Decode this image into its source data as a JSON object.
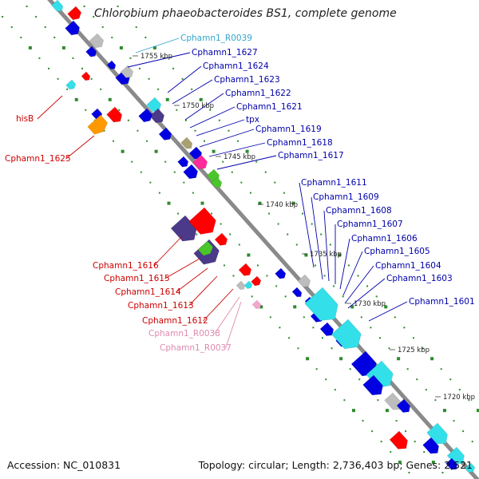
{
  "header": {
    "title": "Chlorobium phaeobacteroides BS1, complete genome"
  },
  "footer": {
    "accession": "Accession: NC_010831",
    "summary": "Topology: circular; Length: 2,736,403 bp; Genes: 2,521"
  },
  "colors": {
    "rna_label": "#33a6cc",
    "gene_label": "#0000aa",
    "left_label": "#cc0000",
    "pseudo_label": "#e08ab0",
    "backbone": "#888888",
    "tick": "#2e8b2e",
    "blue": "#0000e0",
    "cyan": "#33dfe8",
    "red": "#ff0000",
    "purple": "#4b3a8a",
    "gray": "#bdbdbd",
    "green": "#4ac52a",
    "magenta": "#ff2a9a",
    "orange": "#ff9900",
    "olive": "#a8a070"
  },
  "kbp_marks": [
    {
      "label": "1755 kbp"
    },
    {
      "label": "1750 kbp"
    },
    {
      "label": "1745 kbp"
    },
    {
      "label": "1740 kbp"
    },
    {
      "label": "1735 kbp"
    },
    {
      "label": "1730 kbp"
    },
    {
      "label": "1725 kbp"
    },
    {
      "label": "1720 kbp"
    }
  ],
  "right_labels": [
    {
      "text": "Cphamn1_R0039",
      "kind": "rna"
    },
    {
      "text": "Cphamn1_1627",
      "kind": "gene"
    },
    {
      "text": "Cphamn1_1624",
      "kind": "gene"
    },
    {
      "text": "Cphamn1_1623",
      "kind": "gene"
    },
    {
      "text": "Cphamn1_1622",
      "kind": "gene"
    },
    {
      "text": "Cphamn1_1621",
      "kind": "gene"
    },
    {
      "text": "tpx",
      "kind": "gene"
    },
    {
      "text": "Cphamn1_1619",
      "kind": "gene"
    },
    {
      "text": "Cphamn1_1618",
      "kind": "gene"
    },
    {
      "text": "Cphamn1_1617",
      "kind": "gene"
    },
    {
      "text": "Cphamn1_1611",
      "kind": "gene"
    },
    {
      "text": "Cphamn1_1609",
      "kind": "gene"
    },
    {
      "text": "Cphamn1_1608",
      "kind": "gene"
    },
    {
      "text": "Cphamn1_1607",
      "kind": "gene"
    },
    {
      "text": "Cphamn1_1606",
      "kind": "gene"
    },
    {
      "text": "Cphamn1_1605",
      "kind": "gene"
    },
    {
      "text": "Cphamn1_1604",
      "kind": "gene"
    },
    {
      "text": "Cphamn1_1603",
      "kind": "gene"
    },
    {
      "text": "Cphamn1_1601",
      "kind": "gene"
    }
  ],
  "left_labels": [
    {
      "text": "hisB",
      "kind": "left"
    },
    {
      "text": "Cphamn1_1625",
      "kind": "left"
    },
    {
      "text": "Cphamn1_1616",
      "kind": "left"
    },
    {
      "text": "Cphamn1_1615",
      "kind": "left"
    },
    {
      "text": "Cphamn1_1614",
      "kind": "left"
    },
    {
      "text": "Cphamn1_1613",
      "kind": "left"
    },
    {
      "text": "Cphamn1_1612",
      "kind": "left"
    },
    {
      "text": "Cphamn1_R0038",
      "kind": "pseudo"
    },
    {
      "text": "Cphamn1_R0037",
      "kind": "pseudo"
    }
  ]
}
